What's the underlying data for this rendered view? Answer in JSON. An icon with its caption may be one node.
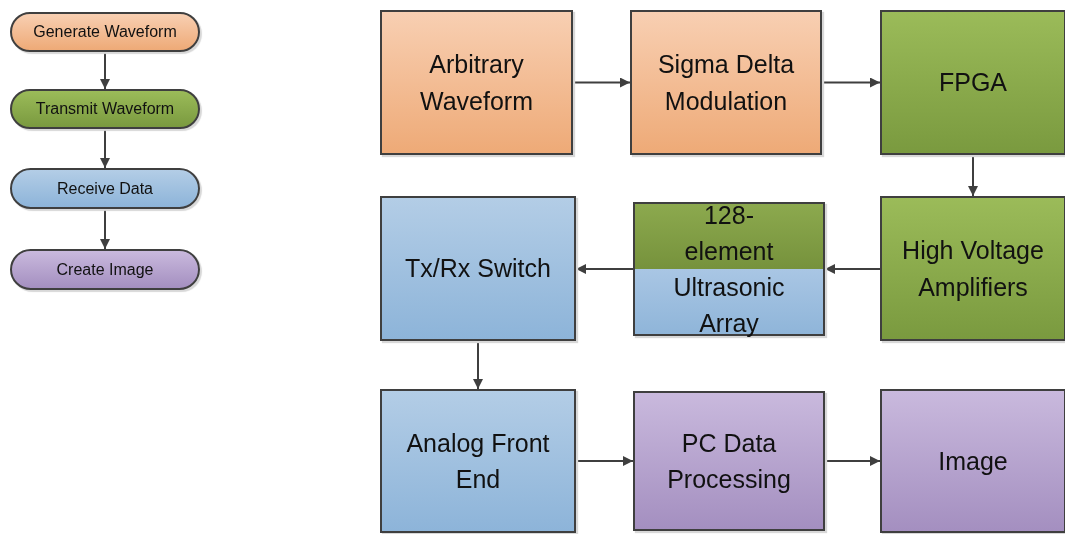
{
  "diagram": {
    "nodes": [
      {
        "text": [
          "Generate Waveform"
        ]
      },
      {
        "text": [
          "Transmit Waveform"
        ]
      },
      {
        "text": [
          "Receive Data"
        ]
      },
      {
        "text": [
          "Create Image"
        ]
      },
      {
        "text": [
          "Arbitrary Waveform"
        ]
      },
      {
        "text": [
          "Sigma Delta Modulation"
        ]
      },
      {
        "text": [
          "FPGA"
        ]
      },
      {
        "text": [
          "Tx/Rx Switch"
        ]
      },
      {
        "text": [
          "128-element Ultrasonic Array"
        ]
      },
      {
        "text": [
          "High Voltage Amplifiers"
        ]
      },
      {
        "text": [
          "Analog Front End"
        ]
      },
      {
        "text": [
          "PC Data Processing"
        ]
      },
      {
        "text": [
          "Image"
        ]
      }
    ],
    "edges": [
      {
        "from": 0,
        "to": 1,
        "arrow": "to"
      },
      {
        "from": 1,
        "to": 2,
        "arrow": "to"
      },
      {
        "from": 2,
        "to": 3,
        "arrow": "to"
      },
      {
        "from": 4,
        "to": 5,
        "arrow": "to"
      },
      {
        "from": 5,
        "to": 6,
        "arrow": "to"
      },
      {
        "from": 6,
        "to": 9,
        "arrow": "to"
      },
      {
        "from": 9,
        "to": 8,
        "arrow": "to"
      },
      {
        "from": 8,
        "to": 7,
        "arrow": "to"
      },
      {
        "from": 7,
        "to": 10,
        "arrow": "to"
      },
      {
        "from": 10,
        "to": 11,
        "arrow": "to"
      },
      {
        "from": 11,
        "to": 12,
        "arrow": "to"
      }
    ]
  }
}
